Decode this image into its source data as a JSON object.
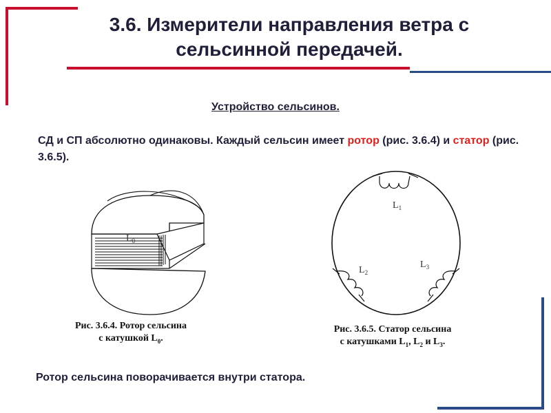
{
  "title": {
    "line1": "3.6. Измерители направления ветра с",
    "line2": "сельсинной передачей."
  },
  "subtitle": "Устройство сельсинов.",
  "intro": {
    "part1": "СД и СП абсолютно одинаковы. Каждый сельсин имеет ",
    "rotor_word": "ротор",
    "part2": " (рис. 3.6.4) и ",
    "stator_word": "статор",
    "part3": " (рис. 3.6.5)."
  },
  "figure_rotor": {
    "coil_label": "L",
    "coil_index": "0",
    "caption_line1": "Рис. 3.6.4. Ротор сельсина",
    "caption_line2": "с катушкой L",
    "caption_index": "0",
    "caption_end": "."
  },
  "figure_stator": {
    "coil1_label": "L",
    "coil1_index": "1",
    "coil2_label": "L",
    "coil2_index": "2",
    "coil3_label": "L",
    "coil3_index": "3",
    "caption_line1": "Рис. 3.6.5. Статор сельсина",
    "caption_prefix": "с катушками L",
    "caption_i1": "1",
    "caption_sep1": ", L",
    "caption_i2": "2",
    "caption_sep2": " и L",
    "caption_i3": "3",
    "caption_end": "."
  },
  "bottom_text": "Ротор сельсина поворачивается внутри статора.",
  "colors": {
    "accent_red": "#c8102e",
    "accent_blue": "#2b4a8a",
    "highlight_red": "#e0201a"
  }
}
